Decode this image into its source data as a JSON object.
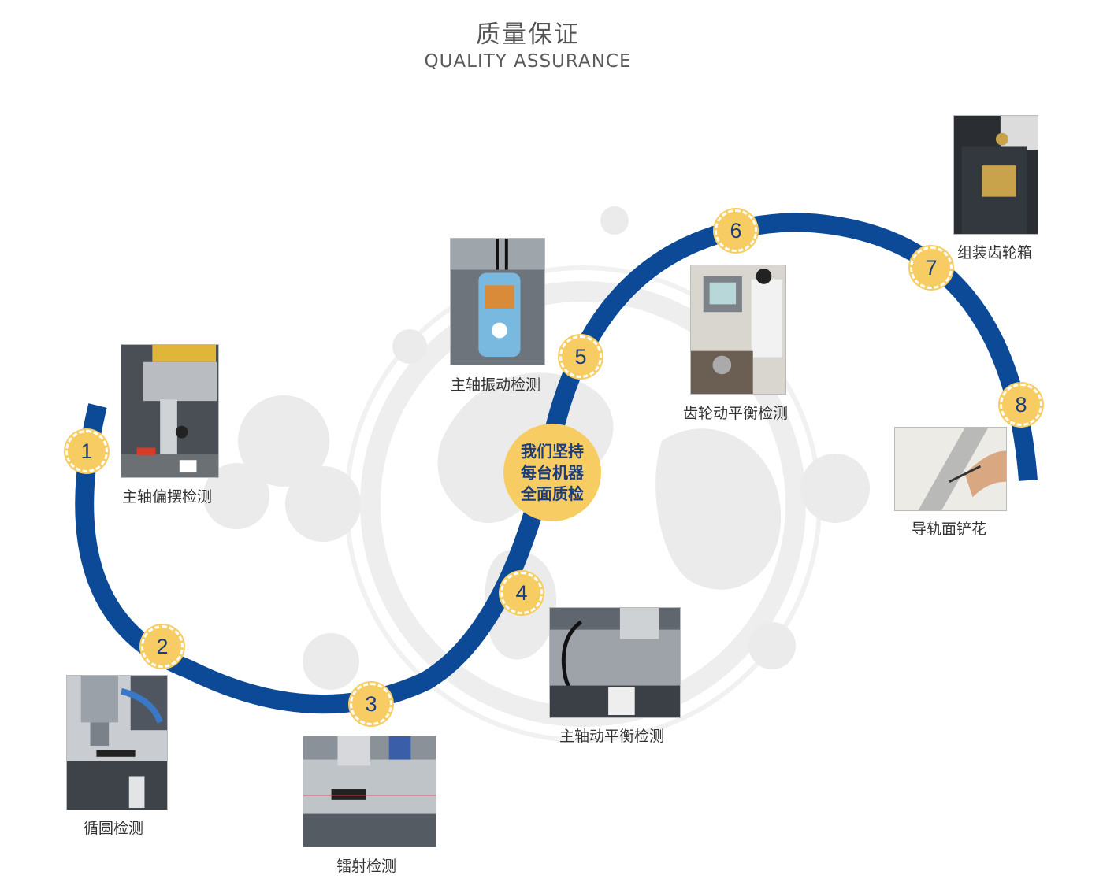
{
  "header": {
    "title_cn": "质量保证",
    "title_en": "QUALITY ASSURANCE"
  },
  "colors": {
    "path": "#0c4a97",
    "badge": "#f7cd63",
    "badge_text": "#1d3c7d",
    "watermark": "#e4e4e4"
  },
  "steps": [
    {
      "number": "1",
      "caption": "主轴偏摆检测"
    },
    {
      "number": "2",
      "caption": "循圆检测"
    },
    {
      "number": "3",
      "caption": "镭射检测"
    },
    {
      "number": "4",
      "caption": "主轴动平衡检测"
    },
    {
      "number": "5",
      "caption": "主轴振动检测"
    },
    {
      "number": "6",
      "caption": "齿轮动平衡检测"
    },
    {
      "number": "7",
      "caption": "组装齿轮箱"
    },
    {
      "number": "8",
      "caption": "导轨面铲花"
    }
  ],
  "center": {
    "lines": [
      "我们坚持",
      "每台机器",
      "全面质检"
    ]
  }
}
